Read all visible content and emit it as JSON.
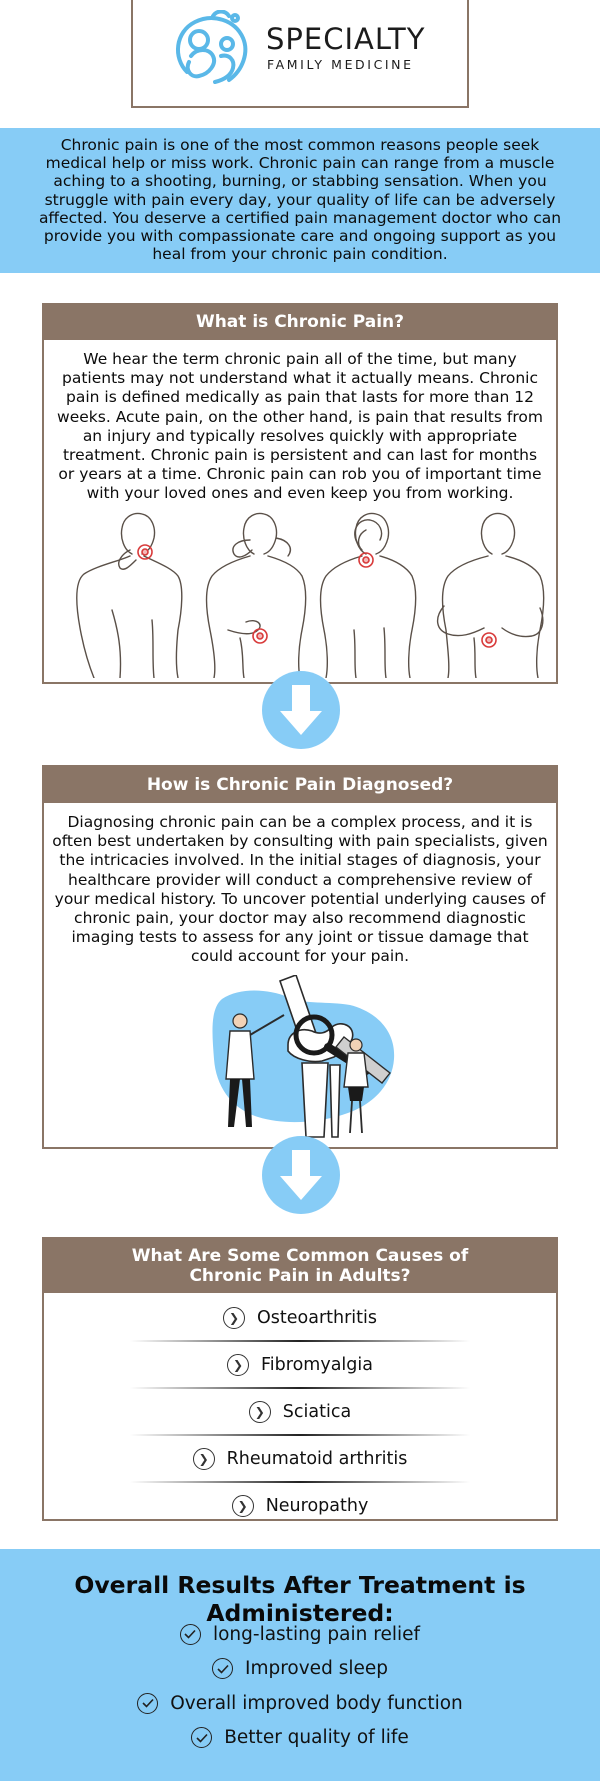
{
  "brand": {
    "name": "SPECIALTY",
    "tagline": "FAMILY MEDICINE",
    "logo_icon": "family-medicine-logo-icon",
    "colors": {
      "accent": "#87ccf6",
      "panel_header": "#8a7566",
      "logo": "#5ab8e8"
    }
  },
  "intro": {
    "text": "Chronic pain is one of the most common reasons people seek medical help or miss work. Chronic pain can range from a muscle aching to a shooting, burning, or stabbing sensation. When you struggle with pain every day, your quality of life can be adversely affected. You deserve a certified pain management doctor who can provide you with compassionate care and ongoing support as you heal from your chronic pain condition."
  },
  "what_is": {
    "title": "What is Chronic Pain?",
    "text": "We hear the term chronic pain all of the time, but many patients may not understand what it actually means. Chronic pain is defined medically as pain that lasts for more than 12 weeks. Acute pain, on the other hand, is pain that results from an injury and typically resolves quickly with appropriate treatment. Chronic pain is persistent and can last for months or years at a time. Chronic pain can rob you of important time with your loved ones and even keep you from working.",
    "illustration": "back-pain-figures-illustration"
  },
  "diagnosed": {
    "title": "How is Chronic Pain Diagnosed?",
    "text": "Diagnosing chronic pain can be a complex process, and it is often best undertaken by consulting with pain specialists, given the intricacies involved. In the initial stages of diagnosis, your healthcare provider will conduct a comprehensive review of your medical history. To uncover potential underlying causes of chronic pain, your doctor may also recommend diagnostic imaging tests to assess for any joint or tissue damage that could account for your pain.",
    "illustration": "knee-joint-doctors-illustration"
  },
  "causes": {
    "title_line1": "What Are Some Common Causes of",
    "title_line2": "Chronic Pain in Adults?",
    "items": [
      "Osteoarthritis",
      "Fibromyalgia",
      "Sciatica",
      "Rheumatoid arthritis",
      "Neuropathy"
    ]
  },
  "results": {
    "title": "Overall Results After Treatment is Administered:",
    "items": [
      "long-lasting pain relief",
      "Improved sleep",
      "Overall improved body function",
      "Better quality of life"
    ]
  }
}
